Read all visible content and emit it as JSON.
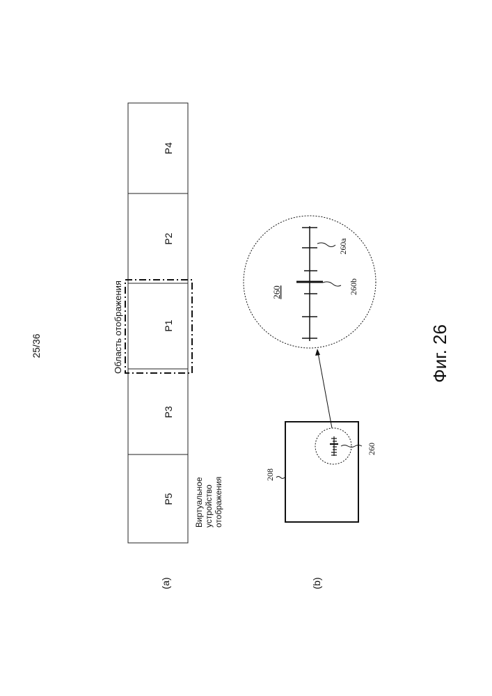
{
  "page": {
    "number": "25/36",
    "figure_caption": "Фиг. 26"
  },
  "part_a": {
    "label": "(a)",
    "panels": [
      "P5",
      "P3",
      "P1",
      "P2",
      "P4"
    ],
    "display_area_label": "Область отображения",
    "virtual_display_label_lines": [
      "Виртуальное",
      "устройство",
      "отображения"
    ]
  },
  "part_b": {
    "label": "(b)",
    "device_ref": "208",
    "indicator_ref": "260",
    "magnified_ref": "260",
    "ref_260a": "260a",
    "ref_260b": "260b"
  }
}
